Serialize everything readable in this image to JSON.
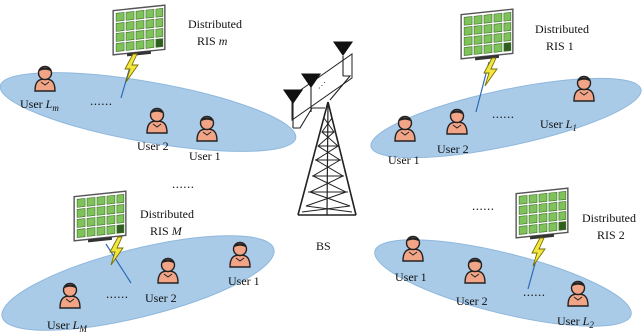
{
  "base_station": {
    "label": "BS"
  },
  "clusters": [
    {
      "ris_line1": "Distributed",
      "ris_line2_prefix": "RIS ",
      "ris_index": "m",
      "users": [
        {
          "prefix": "User ",
          "name": "L",
          "sub": "m"
        },
        {
          "prefix": "",
          "name": "User 2",
          "sub": ""
        },
        {
          "prefix": "",
          "name": "User 1",
          "sub": ""
        }
      ]
    },
    {
      "ris_line1": "Distributed",
      "ris_line2_prefix": "RIS ",
      "ris_index": "1",
      "users": [
        {
          "prefix": "",
          "name": "User 1",
          "sub": ""
        },
        {
          "prefix": "",
          "name": "User 2",
          "sub": ""
        },
        {
          "prefix": "User ",
          "name": "L",
          "sub": "1"
        }
      ]
    },
    {
      "ris_line1": "Distributed",
      "ris_line2_prefix": "RIS ",
      "ris_index": "M",
      "users": [
        {
          "prefix": "User ",
          "name": "L",
          "sub": "M"
        },
        {
          "prefix": "",
          "name": "User 2",
          "sub": ""
        },
        {
          "prefix": "",
          "name": "User 1",
          "sub": ""
        }
      ]
    },
    {
      "ris_line1": "Distributed",
      "ris_line2_prefix": "RIS ",
      "ris_index": "2",
      "users": [
        {
          "prefix": "",
          "name": "User 1",
          "sub": ""
        },
        {
          "prefix": "",
          "name": "User 2",
          "sub": ""
        },
        {
          "prefix": "User ",
          "name": "L",
          "sub": "2"
        }
      ]
    }
  ],
  "ellipsis": "......",
  "colors": {
    "ellipse": "#a9cbe8",
    "ellipse_edge": "#8fb8de",
    "ris_cell": "#7dc35a",
    "ris_cell_dark": "#2f5f1e",
    "ris_frame": "#555555",
    "lightning": "#f2e640",
    "lightning_edge": "#7a6e00",
    "user_body": "#f2a487",
    "user_edge": "#222222",
    "tower": "#222222"
  }
}
